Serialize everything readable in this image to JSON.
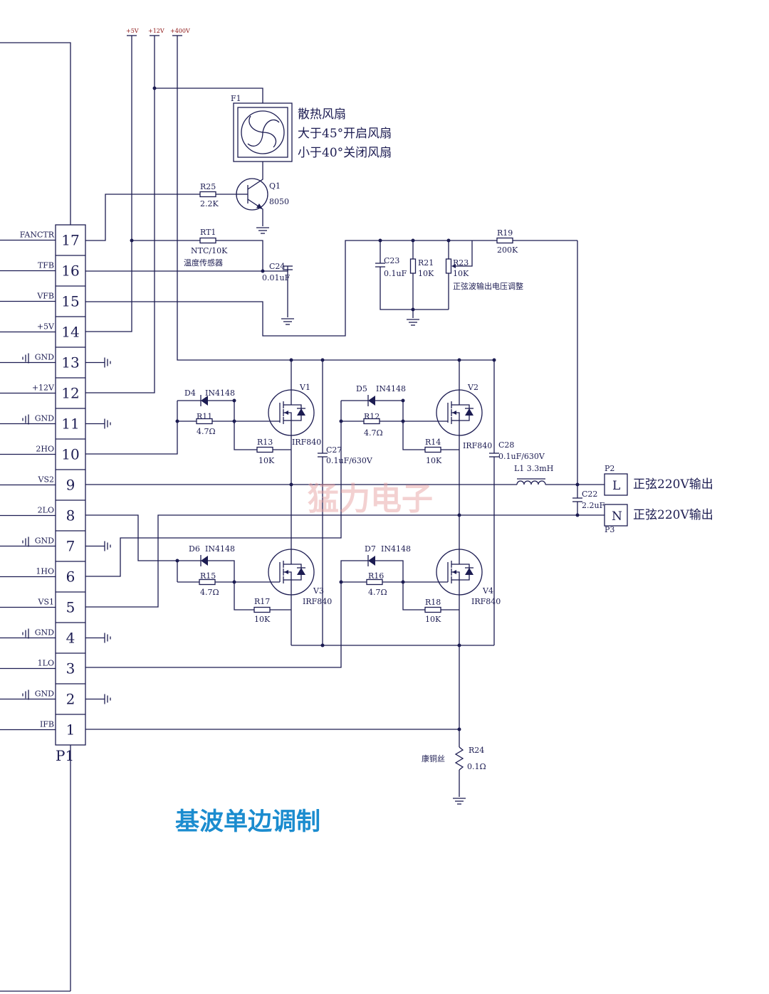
{
  "rails": {
    "v5": "+5V",
    "v12": "+12V",
    "v400": "+400V"
  },
  "fan": {
    "ref": "F1",
    "note1": "散热风扇",
    "note2": "大于45°开启风扇",
    "note3": "小于40°关闭风扇"
  },
  "q1": {
    "ref": "Q1",
    "val": "8050"
  },
  "r25": {
    "ref": "R25",
    "val": "2.2K"
  },
  "rt1": {
    "ref": "RT1",
    "val": "NTC/10K",
    "note": "温度传感器"
  },
  "c24": {
    "ref": "C24",
    "val": "0.01uF"
  },
  "c23": {
    "ref": "C23",
    "val": "0.1uF"
  },
  "r21": {
    "ref": "R21",
    "val": "10K"
  },
  "r23": {
    "ref": "R23",
    "val": "10K",
    "note": "正弦波输出电压调整"
  },
  "r19": {
    "ref": "R19",
    "val": "200K"
  },
  "d4": {
    "ref": "D4",
    "val": "IN4148"
  },
  "d5": {
    "ref": "D5",
    "val": "IN4148"
  },
  "d6": {
    "ref": "D6",
    "val": "IN4148"
  },
  "d7": {
    "ref": "D7",
    "val": "IN4148"
  },
  "r11": {
    "ref": "R11",
    "val": "4.7Ω"
  },
  "r12": {
    "ref": "R12",
    "val": "4.7Ω"
  },
  "r15": {
    "ref": "R15",
    "val": "4.7Ω"
  },
  "r16": {
    "ref": "R16",
    "val": "4.7Ω"
  },
  "r13": {
    "ref": "R13",
    "val": "10K"
  },
  "r14": {
    "ref": "R14",
    "val": "10K"
  },
  "r17": {
    "ref": "R17",
    "val": "10K"
  },
  "r18": {
    "ref": "R18",
    "val": "10K"
  },
  "v1": {
    "ref": "V1",
    "val": "IRF840"
  },
  "v2": {
    "ref": "V2",
    "val": "IRF840"
  },
  "v3": {
    "ref": "V3",
    "val": "IRF840"
  },
  "v4": {
    "ref": "V4",
    "val": "IRF840"
  },
  "c27": {
    "ref": "C27",
    "val": "0.1uF/630V"
  },
  "c28": {
    "ref": "C28",
    "val": "0.1uF/630V"
  },
  "l1": {
    "text": "L1 3.3mH"
  },
  "c22": {
    "ref": "C22",
    "val": "2.2uF"
  },
  "p2": {
    "ref": "P2",
    "pin": "L",
    "label": "正弦220V输出"
  },
  "p3": {
    "ref": "P3",
    "pin": "N",
    "label": "正弦220V输出"
  },
  "r24": {
    "ref": "R24",
    "val": "0.1Ω",
    "note": "康铜丝"
  },
  "connector": {
    "ref": "P1",
    "pins": [
      {
        "num": "17",
        "sig": "FANCTR"
      },
      {
        "num": "16",
        "sig": "TFB"
      },
      {
        "num": "15",
        "sig": "VFB"
      },
      {
        "num": "14",
        "sig": "+5V"
      },
      {
        "num": "13",
        "sig": "GND"
      },
      {
        "num": "12",
        "sig": "+12V"
      },
      {
        "num": "11",
        "sig": "GND"
      },
      {
        "num": "10",
        "sig": "2HO"
      },
      {
        "num": "9",
        "sig": "VS2"
      },
      {
        "num": "8",
        "sig": "2LO"
      },
      {
        "num": "7",
        "sig": "GND"
      },
      {
        "num": "6",
        "sig": "1HO"
      },
      {
        "num": "5",
        "sig": "VS1"
      },
      {
        "num": "4",
        "sig": "GND"
      },
      {
        "num": "3",
        "sig": "1LO"
      },
      {
        "num": "2",
        "sig": "GND"
      },
      {
        "num": "1",
        "sig": "IFB"
      }
    ]
  },
  "watermark": "猛力电子",
  "caption": "基波单边调制"
}
